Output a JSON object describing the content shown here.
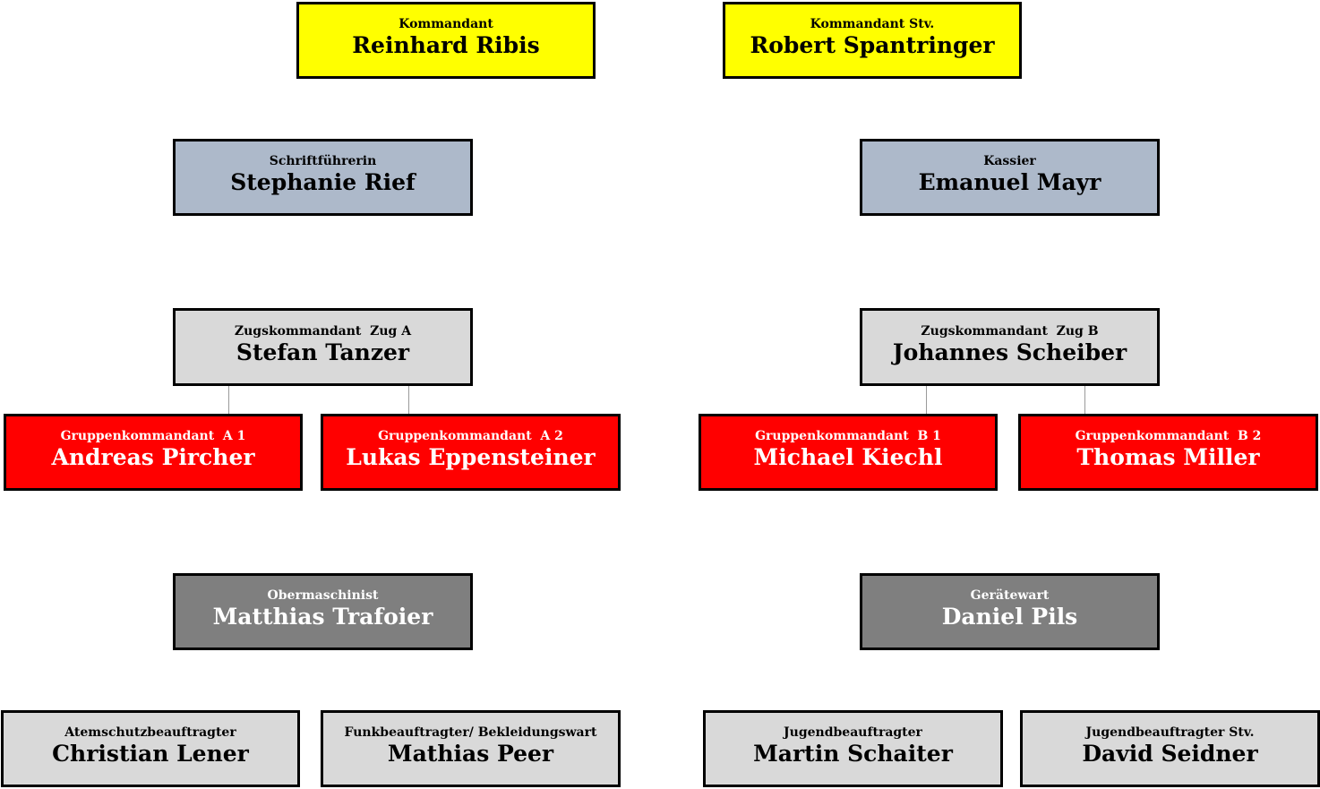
{
  "nodes": {
    "kommandant": {
      "role": "Kommandant",
      "name": "Reinhard Ribis"
    },
    "kommandant_stv": {
      "role": "Kommandant Stv.",
      "name": "Robert Spantringer"
    },
    "schrift": {
      "role": "Schriftführerin",
      "name": "Stephanie Rief"
    },
    "kassier": {
      "role": "Kassier",
      "name": "Emanuel Mayr"
    },
    "zug_a": {
      "role": "Zugskommandant  Zug A",
      "name": "Stefan Tanzer"
    },
    "zug_b": {
      "role": "Zugskommandant  Zug B",
      "name": "Johannes Scheiber"
    },
    "gk_a1": {
      "role": "Gruppenkommandant  A 1",
      "name": "Andreas Pircher"
    },
    "gk_a2": {
      "role": "Gruppenkommandant  A 2",
      "name": "Lukas Eppensteiner"
    },
    "gk_b1": {
      "role": "Gruppenkommandant  B 1",
      "name": "Michael Kiechl"
    },
    "gk_b2": {
      "role": "Gruppenkommandant  B 2",
      "name": "Thomas Miller"
    },
    "obermasch": {
      "role": "Obermaschinist",
      "name": "Matthias Trafoier"
    },
    "geraete": {
      "role": "Gerätewart",
      "name": "Daniel Pils"
    },
    "atem": {
      "role": "Atemschutzbeauftragter",
      "name": "Christian Lener"
    },
    "funk": {
      "role": "Funkbeauftragter/ Bekleidungswart",
      "name": "Mathias Peer"
    },
    "jugend": {
      "role": "Jugendbeauftragter",
      "name": "Martin Schaiter"
    },
    "jugend_stv": {
      "role": "Jugendbeauftragter Stv.",
      "name": "David Seidner"
    }
  },
  "colors": {
    "leadership": "#ffff00",
    "admin": "#adb9ca",
    "platoon": "#d9d9d9",
    "group": "#ff0000",
    "technical": "#7f7f7f",
    "specialist": "#d9d9d9",
    "border": "#000000"
  }
}
